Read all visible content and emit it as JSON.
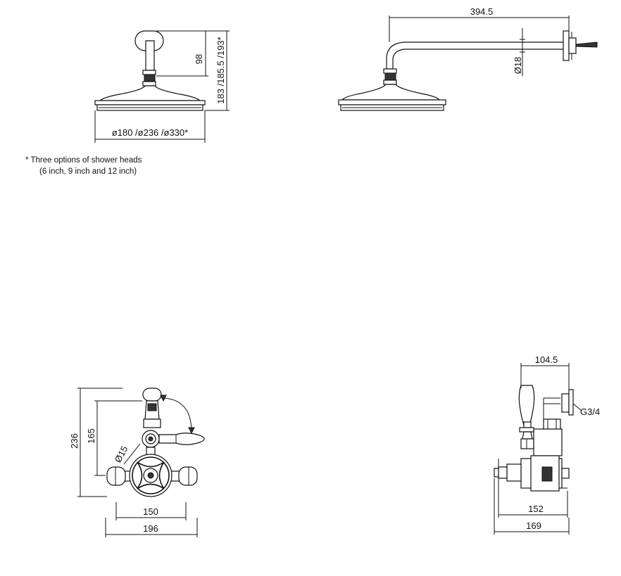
{
  "diagram": {
    "shower_head_front": {
      "dim_height": "183 /185.5 /193*",
      "dim_arm_drop": "98",
      "dim_diameter": "ø180 /ø236 /ø330*"
    },
    "shower_head_side": {
      "dim_arm_length": "394.5",
      "dim_arm_diameter": "Ø18"
    },
    "footnote": {
      "line1": "* Three options of shower heads",
      "line2": "(6 inch, 9 inch and 12 inch)"
    },
    "valve_front": {
      "dim_height_total": "236",
      "dim_height_handle": "165",
      "dim_outlet_diameter": "Ø15",
      "dim_centres": "150",
      "dim_width": "196"
    },
    "valve_side": {
      "dim_outlet_offset": "104.5",
      "dim_thread": "G3/4",
      "dim_depth_body": "152",
      "dim_depth_total": "169"
    }
  }
}
